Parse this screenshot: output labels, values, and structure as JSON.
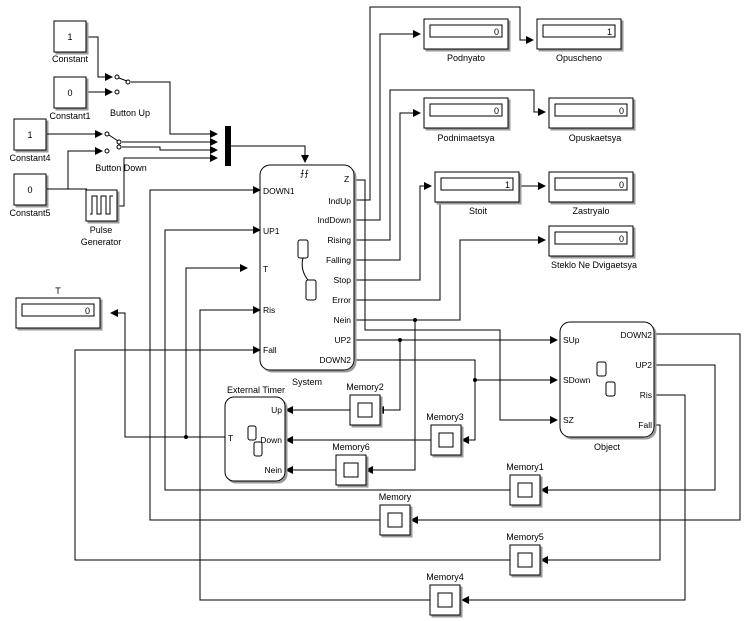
{
  "constants": {
    "constant": {
      "value": "1",
      "label": "Constant"
    },
    "constant1": {
      "value": "0",
      "label": "Constant1"
    },
    "constant4": {
      "value": "1",
      "label": "Constant4"
    },
    "constant5": {
      "value": "0",
      "label": "Constant5"
    }
  },
  "switches": {
    "button_up": "Button Up",
    "button_down": "Button Down"
  },
  "pulse_generator": {
    "label_line1": "Pulse",
    "label_line2": "Generator"
  },
  "displays": {
    "podnyato": {
      "label": "Podnyato",
      "value": "0"
    },
    "opuscheno": {
      "label": "Opuscheno",
      "value": "1"
    },
    "podnimaetsya": {
      "label": "Podnimaetsya",
      "value": "0"
    },
    "opuskaetsya": {
      "label": "Opuskaetsya",
      "value": "0"
    },
    "stoit": {
      "label": "Stoit",
      "value": "1"
    },
    "zastryalo": {
      "label": "Zastryalo",
      "value": "0"
    },
    "steklo": {
      "label": "Steklo Ne Dvigaetsya",
      "value": "0"
    },
    "t": {
      "label": "T",
      "value": "0"
    }
  },
  "system": {
    "label": "System",
    "inputs": [
      "DOWN1",
      "UP1",
      "T",
      "Ris",
      "Fall"
    ],
    "outputs": [
      "IndUp",
      "IndDown",
      "Rising",
      "Falling",
      "Stop",
      "Error",
      "Nein",
      "UP2",
      "DOWN2"
    ]
  },
  "external_timer": {
    "label": "External Timer",
    "input": "T",
    "outputs": [
      "Up",
      "Down",
      "Nein"
    ]
  },
  "object": {
    "label": "Object",
    "inputs": [
      "SUp",
      "SDown",
      "SZ"
    ],
    "outputs": [
      "DOWN2",
      "UP2",
      "Ris",
      "Fall"
    ]
  },
  "memories": {
    "memory": "Memory",
    "memory1": "Memory1",
    "memory2": "Memory2",
    "memory3": "Memory3",
    "memory4": "Memory4",
    "memory5": "Memory5",
    "memory6": "Memory6"
  }
}
